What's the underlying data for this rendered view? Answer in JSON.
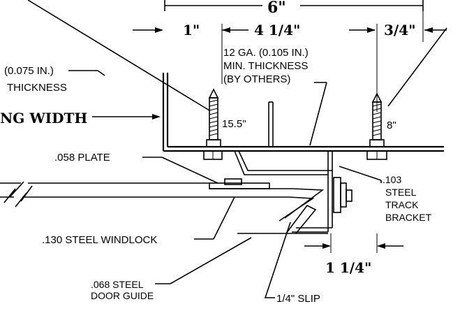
{
  "dimensions": {
    "overall": "6\"",
    "left": "1\"",
    "middle": "4 1/4\"",
    "right": "3/4\"",
    "bottom": "1 1/4\""
  },
  "labels": {
    "gauge12_line1": "12 GA. (0.105 IN.)",
    "gauge12_line2": "MIN. THICKNESS",
    "gauge12_line3": "(BY OTHERS)",
    "left_thickness_line1": "(0.075 IN.)",
    "left_thickness_line2": "THICKNESS",
    "width_label": "NG WIDTH",
    "bolt_left": "15.5\"",
    "bolt_right": "8\"",
    "plate": ".058 PLATE",
    "windlock": ".130 STEEL WINDLOCK",
    "door_guide_line1": ".068 STEEL",
    "door_guide_line2": "DOOR GUIDE",
    "slip": "1/4\" SLIP",
    "bracket_line1": ".103",
    "bracket_line2": "STEEL",
    "bracket_line3": "TRACK",
    "bracket_line4": "BRACKET"
  }
}
